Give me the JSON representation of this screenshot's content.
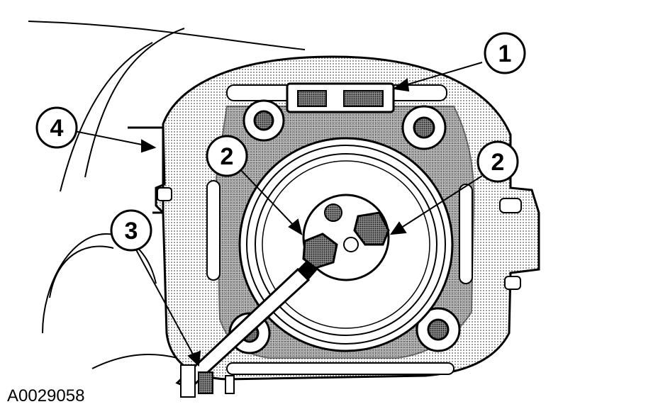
{
  "figure": {
    "id": "A0029058"
  },
  "callouts": [
    {
      "label": "1"
    },
    {
      "label": "2"
    },
    {
      "label": "2"
    },
    {
      "label": "3"
    },
    {
      "label": "4"
    }
  ],
  "colors": {
    "ink": "#000000",
    "paper": "#ffffff",
    "shade": "#808080"
  }
}
